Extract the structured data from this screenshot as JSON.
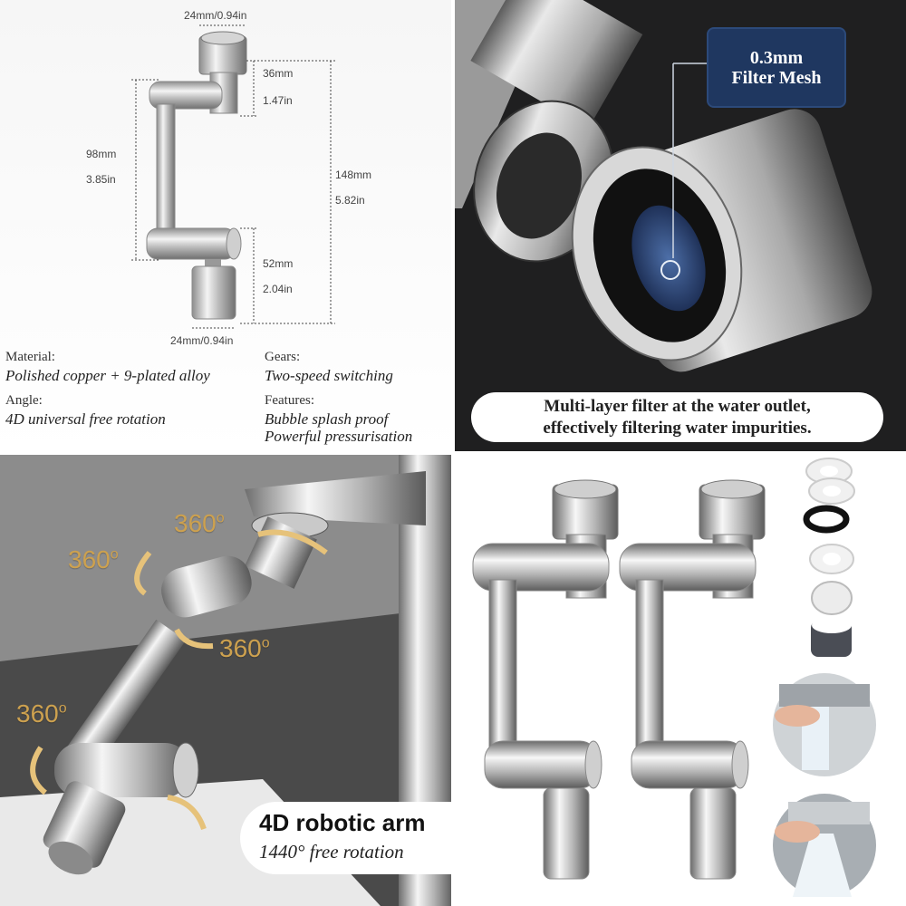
{
  "panel_specs": {
    "dims": {
      "top_width_mm": "24mm/0.94in",
      "elbow_mm": "36mm",
      "elbow_in": "1.47in",
      "arm_mm": "98mm",
      "arm_in": "3.85in",
      "total_mm": "148mm",
      "total_in": "5.82in",
      "outlet_mm": "52mm",
      "outlet_in": "2.04in",
      "bottom_width_mm": "24mm/0.94in"
    },
    "material_label": "Material:",
    "material_value": "Polished copper + 9-plated alloy",
    "gears_label": "Gears:",
    "gears_value": "Two-speed switching",
    "angle_label": "Angle:",
    "angle_value": "4D universal free rotation",
    "features_label": "Features:",
    "features_line1": "Bubble splash proof",
    "features_line2": "Powerful pressurisation"
  },
  "panel_filter": {
    "callout_line1": "0.3mm",
    "callout_line2": "Filter Mesh",
    "caption_line1": "Multi-layer filter at the water outlet,",
    "caption_line2": "effectively filtering water impurities."
  },
  "panel_rotation": {
    "rot1": "360",
    "rot2": "360",
    "rot3": "360",
    "rot4": "360",
    "degree_mark": "o",
    "title": "4D robotic arm",
    "subtitle": "1440° free rotation"
  },
  "colors": {
    "callout_bg": "#1f3760",
    "rotation_text": "#cda14f",
    "chrome_light": "#f2f2f2",
    "chrome_dark": "#8d8d8d"
  }
}
